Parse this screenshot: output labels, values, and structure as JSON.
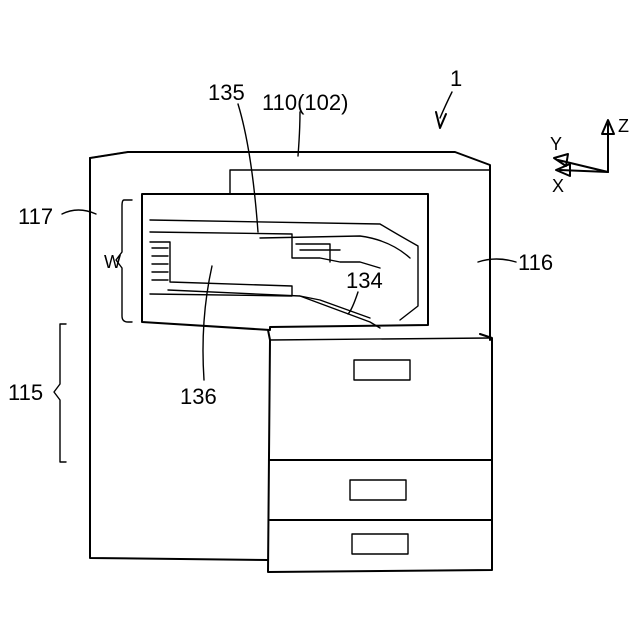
{
  "labels": {
    "ref_1": "1",
    "ref_135": "135",
    "ref_110": "110(102)",
    "ref_117": "117",
    "ref_W": "W",
    "ref_116": "116",
    "ref_134": "134",
    "ref_115": "115",
    "ref_136": "136"
  },
  "axes": {
    "y": "Y",
    "z": "Z",
    "x": "X"
  }
}
